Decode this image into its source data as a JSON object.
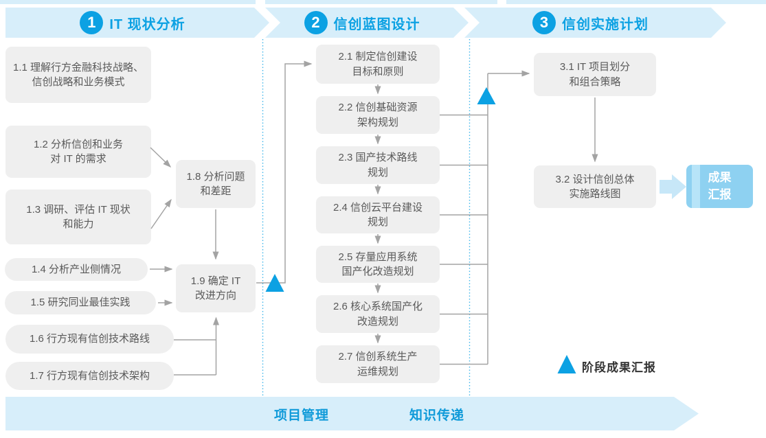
{
  "colors": {
    "accent_blue": "#0ca1e3",
    "banner_bg": "#d7eefa",
    "box_bg": "#efefef",
    "box_text": "#595959",
    "connector_gray": "#a3a3a3",
    "dotted_divider": "#3fb6ea",
    "result_box_bg": "#8ed1f1",
    "block_arrow": "#c7e7f8"
  },
  "phases": [
    {
      "number": "1",
      "title": "IT 现状分析"
    },
    {
      "number": "2",
      "title": "信创蓝图设计"
    },
    {
      "number": "3",
      "title": "信创实施计划"
    }
  ],
  "phase1": {
    "boxes": [
      {
        "label": "1.1 理解行方金融科技战略、\n信创战略和业务模式"
      },
      {
        "label": "1.2 分析信创和业务\n对 IT 的需求"
      },
      {
        "label": "1.3 调研、评估 IT 现状\n和能力"
      },
      {
        "label": "1.4 分析产业侧情况"
      },
      {
        "label": "1.5 研究同业最佳实践"
      },
      {
        "label": "1.6 行方现有信创技术路线"
      },
      {
        "label": "1.7 行方现有信创技术架构"
      },
      {
        "label": "1.8 分析问题\n和差距"
      },
      {
        "label": "1.9 确定 IT\n改进方向"
      }
    ]
  },
  "phase2": {
    "boxes": [
      {
        "label": "2.1 制定信创建设\n目标和原则"
      },
      {
        "label": "2.2 信创基础资源\n架构规划"
      },
      {
        "label": "2.3 国产技术路线\n规划"
      },
      {
        "label": "2.4 信创云平台建设\n规划"
      },
      {
        "label": "2.5 存量应用系统\n国产化改造规划"
      },
      {
        "label": "2.6 核心系统国产化\n改造规划"
      },
      {
        "label": "2.7 信创系统生产\n运维规划"
      }
    ]
  },
  "phase3": {
    "boxes": [
      {
        "label": "3.1 IT 项目划分\n和组合策略"
      },
      {
        "label": "3.2 设计信创总体\n实施路线图"
      }
    ],
    "result_label": "成果\n汇报"
  },
  "legend": {
    "milestone_label": "阶段成果汇报"
  },
  "footer": {
    "left_label": "项目管理",
    "right_label": "知识传递"
  }
}
